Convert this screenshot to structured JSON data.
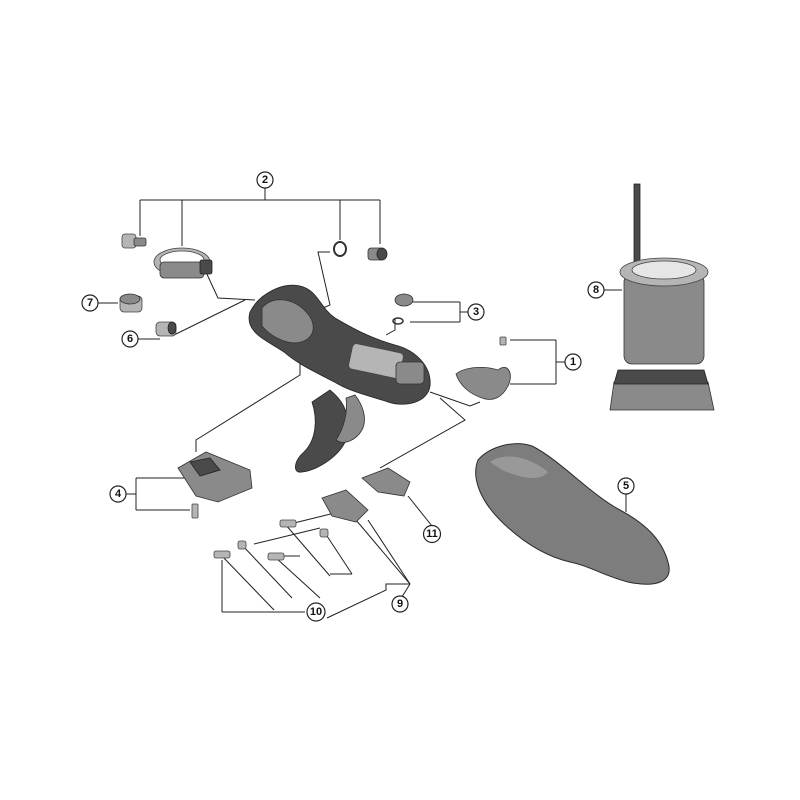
{
  "callouts": [
    {
      "id": "c1",
      "label": "1"
    },
    {
      "id": "c2",
      "label": "2"
    },
    {
      "id": "c3",
      "label": "3"
    },
    {
      "id": "c4",
      "label": "4"
    },
    {
      "id": "c5",
      "label": "5"
    },
    {
      "id": "c6",
      "label": "6"
    },
    {
      "id": "c7",
      "label": "7"
    },
    {
      "id": "c8",
      "label": "8"
    },
    {
      "id": "c9",
      "label": "9"
    },
    {
      "id": "c10",
      "label": "10"
    },
    {
      "id": "c11",
      "label": "11"
    }
  ],
  "colors": {
    "background": "#ffffff",
    "part_dark": "#4a4a4a",
    "part_mid": "#8a8a8a",
    "part_light": "#b5b5b5",
    "line": "#222222"
  }
}
